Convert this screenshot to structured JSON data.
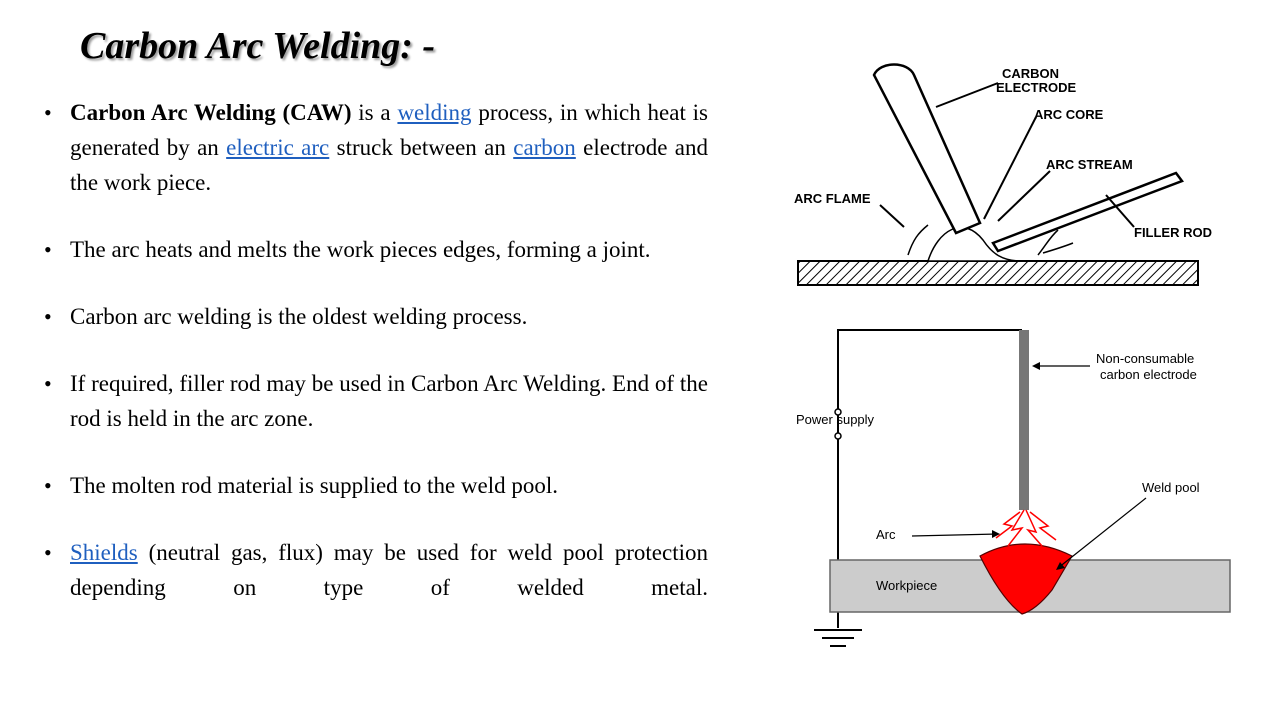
{
  "slide": {
    "title": "Carbon Arc Welding: -"
  },
  "bullets": [
    {
      "segments": [
        {
          "t": "Carbon Arc Welding (CAW)",
          "kind": "bold"
        },
        {
          "t": " is a "
        },
        {
          "t": "welding",
          "kind": "link"
        },
        {
          "t": " process, in which heat is generated by an "
        },
        {
          "t": "electric arc",
          "kind": "link"
        },
        {
          "t": " struck between an "
        },
        {
          "t": "carbon",
          "kind": "link"
        },
        {
          "t": " electrode and the work piece."
        }
      ]
    },
    {
      "segments": [
        {
          "t": "The arc heats and melts the work pieces edges, forming a joint."
        }
      ]
    },
    {
      "segments": [
        {
          "t": "Carbon arc welding is the oldest welding process."
        }
      ]
    },
    {
      "segments": [
        {
          "t": " If required, filler rod may be used in Carbon Arc Welding. End of the rod is held in the arc zone."
        }
      ]
    },
    {
      "segments": [
        {
          "t": "The molten rod material is supplied to the weld pool."
        }
      ]
    },
    {
      "segments": [
        {
          "t": "Shields",
          "kind": "link"
        },
        {
          "t": " (neutral gas, flux) may be used for weld pool protection depending on type of welded metal."
        }
      ]
    }
  ],
  "figure_top": {
    "labels": {
      "carbon_electrode_1": "CARBON",
      "carbon_electrode_2": "ELECTRODE",
      "arc_core": "ARC CORE",
      "arc_stream": "ARC STREAM",
      "arc_flame": "ARC FLAME",
      "filler_rod": "FILLER ROD"
    }
  },
  "figure_bottom": {
    "labels": {
      "electrode_1": "Non-consumable",
      "electrode_2": "carbon electrode",
      "power_supply": "Power supply",
      "weld_pool": "Weld pool",
      "arc": "Arc",
      "workpiece": "Workpiece"
    },
    "colors": {
      "weld_pool": "#ff0000",
      "workpiece": "#cccccc",
      "electrode": "#777777"
    }
  }
}
